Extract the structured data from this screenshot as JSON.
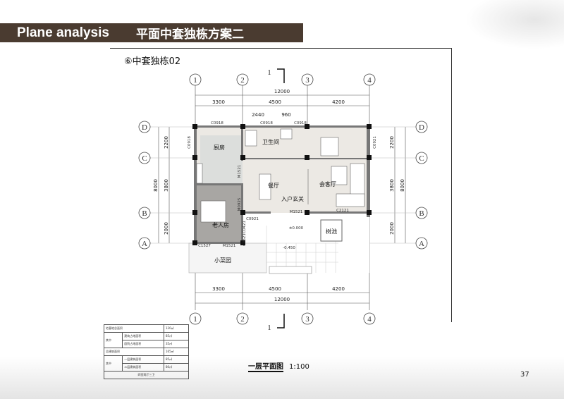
{
  "header": {
    "title_en": "Plane analysis",
    "title_cn": "平面中套独栋方案二"
  },
  "subtitle": "⑥中套独栋02",
  "plan": {
    "section_mark": "1",
    "axes_cols": [
      "1",
      "2",
      "3",
      "4"
    ],
    "axes_rows": [
      "D",
      "C",
      "B",
      "A"
    ],
    "dims_top": [
      "3300",
      "4500",
      "4200"
    ],
    "dim_total": "12000",
    "dims_top_inner": [
      "2440",
      "960"
    ],
    "dims_side": [
      "2200",
      "3800",
      "2000"
    ],
    "dim_side_total": "8000",
    "rooms": {
      "kitchen": "厨房",
      "bathroom": "卫生间",
      "dining": "餐厅",
      "entrance": "入户玄关",
      "living": "会客厅",
      "elder_bedroom": "老人房",
      "garden": "小菜园",
      "tree_pool": "树池"
    },
    "labels": {
      "w_top1": "C0918",
      "w_top2": "C0918",
      "w_top3": "C0918",
      "w_left": "C0918",
      "w_right": "C0921",
      "door_m1521a": "M1521",
      "door_m1521b": "M1521",
      "door_m1521c": "M1521",
      "door_m0925": "M0925",
      "c0921": "C0921",
      "c2121": "C2121",
      "c1527": "C1527",
      "c0421": "C0421",
      "c0621": "C0621",
      "level1": "±0.000",
      "level2": "-0.450"
    }
  },
  "area_table": {
    "rows": [
      {
        "label": "宅基地总面积",
        "sub": "",
        "value": "120㎡"
      },
      {
        "label": "其中",
        "sub": "建筑占地面积",
        "value": "85㎡"
      },
      {
        "label": "",
        "sub": "庭院占地面积",
        "value": "35㎡"
      },
      {
        "label": "总建筑面积",
        "sub": "",
        "value": "165㎡"
      },
      {
        "label": "其中",
        "sub": "一层建筑面积",
        "value": "85㎡"
      },
      {
        "label": "",
        "sub": "二层建筑面积",
        "value": "80㎡"
      }
    ],
    "footer": "四室两厅三卫"
  },
  "caption": {
    "title": "一层平面图",
    "scale": "1:100"
  },
  "page_number": "37"
}
